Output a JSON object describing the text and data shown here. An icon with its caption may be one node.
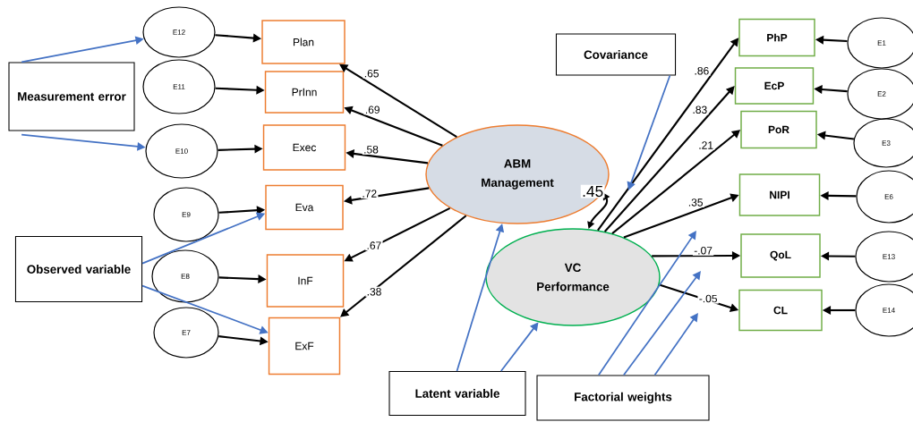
{
  "diagram": {
    "nodes": [
      {
        "text": [
          "E12"
        ]
      },
      {
        "text": [
          "E11"
        ]
      },
      {
        "text": [
          "E10"
        ]
      },
      {
        "text": [
          "E9"
        ]
      },
      {
        "text": [
          "E8"
        ]
      },
      {
        "text": [
          "E7"
        ]
      },
      {
        "text": [
          "Plan"
        ]
      },
      {
        "text": [
          "PrInn"
        ]
      },
      {
        "text": [
          "Exec"
        ]
      },
      {
        "text": [
          "Eva"
        ]
      },
      {
        "text": [
          "InF"
        ]
      },
      {
        "text": [
          "ExF"
        ]
      },
      {
        "text": [
          "ABM Management"
        ]
      },
      {
        "text": [
          "VC Performance"
        ]
      },
      {
        "text": [
          "PhP"
        ]
      },
      {
        "text": [
          "EcP"
        ]
      },
      {
        "text": [
          "PoR"
        ]
      },
      {
        "text": [
          "NIPI"
        ]
      },
      {
        "text": [
          "QoL"
        ]
      },
      {
        "text": [
          "CL"
        ]
      },
      {
        "text": [
          "E1"
        ]
      },
      {
        "text": [
          "E2"
        ]
      },
      {
        "text": [
          "E3"
        ]
      },
      {
        "text": [
          "E6"
        ]
      },
      {
        "text": [
          "E13"
        ]
      },
      {
        "text": [
          "E14"
        ]
      },
      {
        "text": [
          "Measurement error"
        ]
      },
      {
        "text": [
          "Observed variable"
        ]
      },
      {
        "text": [
          "Covariance"
        ]
      },
      {
        "text": [
          "Latent variable"
        ]
      },
      {
        "text": [
          "Factorial weights"
        ]
      }
    ],
    "edges": [
      {
        "from": 0,
        "to": 6,
        "arrow": "to"
      },
      {
        "from": 1,
        "to": 7,
        "arrow": "to"
      },
      {
        "from": 2,
        "to": 8,
        "arrow": "to"
      },
      {
        "from": 3,
        "to": 9,
        "arrow": "to"
      },
      {
        "from": 4,
        "to": 10,
        "arrow": "to"
      },
      {
        "from": 5,
        "to": 11,
        "arrow": "to"
      },
      {
        "from": 12,
        "to": 6,
        "arrow": "to",
        "label": ".65"
      },
      {
        "from": 12,
        "to": 7,
        "arrow": "to",
        "label": ".69"
      },
      {
        "from": 12,
        "to": 8,
        "arrow": "to",
        "label": ".58"
      },
      {
        "from": 12,
        "to": 9,
        "arrow": "to",
        "label": ".72"
      },
      {
        "from": 12,
        "to": 10,
        "arrow": "to",
        "label": ".67"
      },
      {
        "from": 12,
        "to": 11,
        "arrow": "to",
        "label": ".38"
      },
      {
        "from": 13,
        "to": 14,
        "arrow": "to",
        "label": ".86"
      },
      {
        "from": 13,
        "to": 15,
        "arrow": "to",
        "label": ".83"
      },
      {
        "from": 13,
        "to": 16,
        "arrow": "to",
        "label": ".21"
      },
      {
        "from": 13,
        "to": 17,
        "arrow": "to",
        "label": ".35"
      },
      {
        "from": 13,
        "to": 18,
        "arrow": "to",
        "label": "-.07"
      },
      {
        "from": 13,
        "to": 19,
        "arrow": "to",
        "label": "-.05"
      },
      {
        "from": 20,
        "to": 14,
        "arrow": "to"
      },
      {
        "from": 21,
        "to": 15,
        "arrow": "to"
      },
      {
        "from": 22,
        "to": 16,
        "arrow": "to"
      },
      {
        "from": 23,
        "to": 17,
        "arrow": "to"
      },
      {
        "from": 24,
        "to": 18,
        "arrow": "to"
      },
      {
        "from": 25,
        "to": 19,
        "arrow": "to"
      },
      {
        "from": 12,
        "to": 13,
        "arrow": "both",
        "label": ".45"
      },
      {
        "from": 26,
        "to": 0,
        "arrow": "to",
        "color": "#4472c4"
      },
      {
        "from": 26,
        "to": 2,
        "arrow": "to",
        "color": "#4472c4"
      },
      {
        "from": 27,
        "to": 9,
        "arrow": "to",
        "color": "#4472c4"
      },
      {
        "from": 27,
        "to": 11,
        "arrow": "to",
        "color": "#4472c4"
      },
      {
        "from": 28,
        "to": null,
        "arrow": "to",
        "color": "#4472c4"
      },
      {
        "from": 29,
        "to": 12,
        "arrow": "to",
        "color": "#4472c4"
      },
      {
        "from": 29,
        "to": 13,
        "arrow": "to",
        "color": "#4472c4"
      },
      {
        "from": 30,
        "to": null,
        "arrow": "to",
        "color": "#4472c4"
      },
      {
        "from": 30,
        "to": null,
        "arrow": "to",
        "color": "#4472c4"
      },
      {
        "from": 30,
        "to": null,
        "arrow": "to",
        "color": "#4472c4"
      }
    ]
  }
}
